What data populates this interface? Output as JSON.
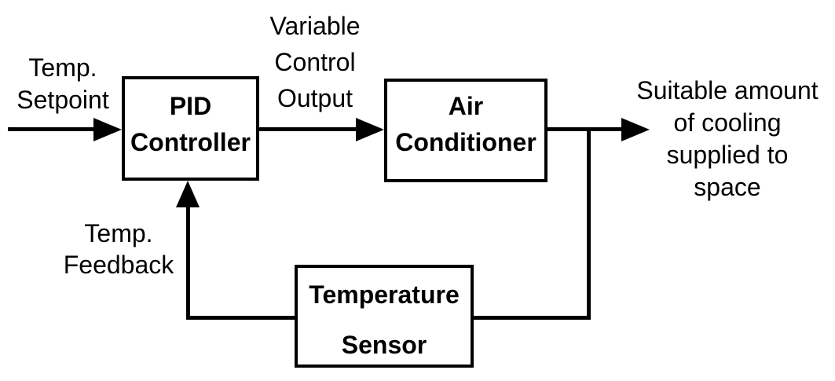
{
  "colors": {
    "ink": "#000000",
    "background": "#ffffff"
  },
  "blocks": {
    "controller": {
      "line1": "PID",
      "line2": "Controller"
    },
    "actuator": {
      "line1": "Air",
      "line2": "Conditioner"
    },
    "sensor": {
      "line1": "Temperature",
      "line2": "Sensor"
    }
  },
  "labels": {
    "setpoint": {
      "line1": "Temp.",
      "line2": "Setpoint"
    },
    "control_output": {
      "line1": "Variable",
      "line2": "Control",
      "line3": "Output"
    },
    "system_output": {
      "line1": "Suitable amount",
      "line2": "of cooling",
      "line3": "supplied to",
      "line4": "space"
    },
    "feedback": {
      "line1": "Temp.",
      "line2": "Feedback"
    }
  }
}
